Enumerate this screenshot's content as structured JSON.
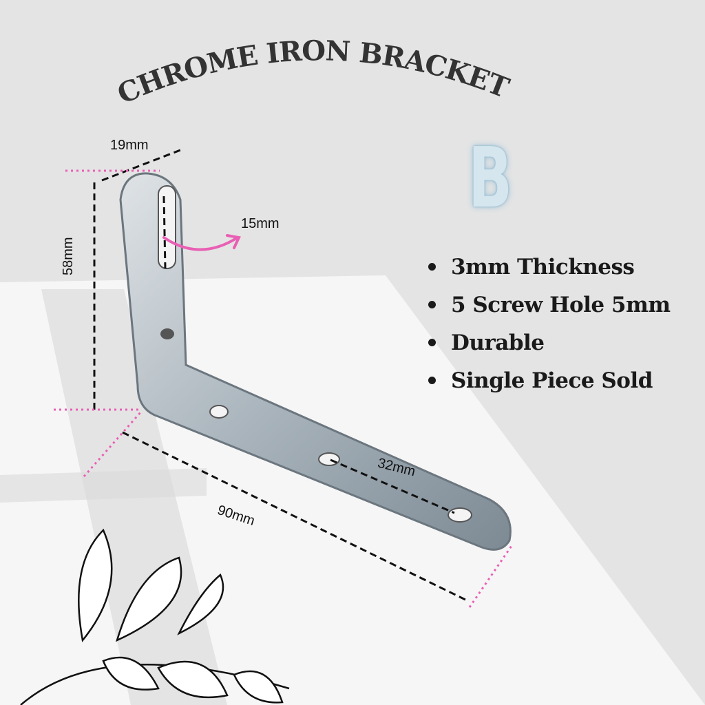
{
  "title": "CHROME IRON BRACKET",
  "variant_badge": "B",
  "features": [
    "3mm Thickness",
    "5 Screw Hole 5mm",
    "Durable",
    "Single Piece Sold"
  ],
  "dimensions": {
    "width": "19mm",
    "height": "58mm",
    "slot": "15mm",
    "hole_spacing": "32mm",
    "length": "90mm"
  },
  "colors": {
    "background": "#e4e4e4",
    "accent_pink": "#e95fb4",
    "text": "#1a1a1a",
    "badge_glow": "#9ec3d8"
  }
}
